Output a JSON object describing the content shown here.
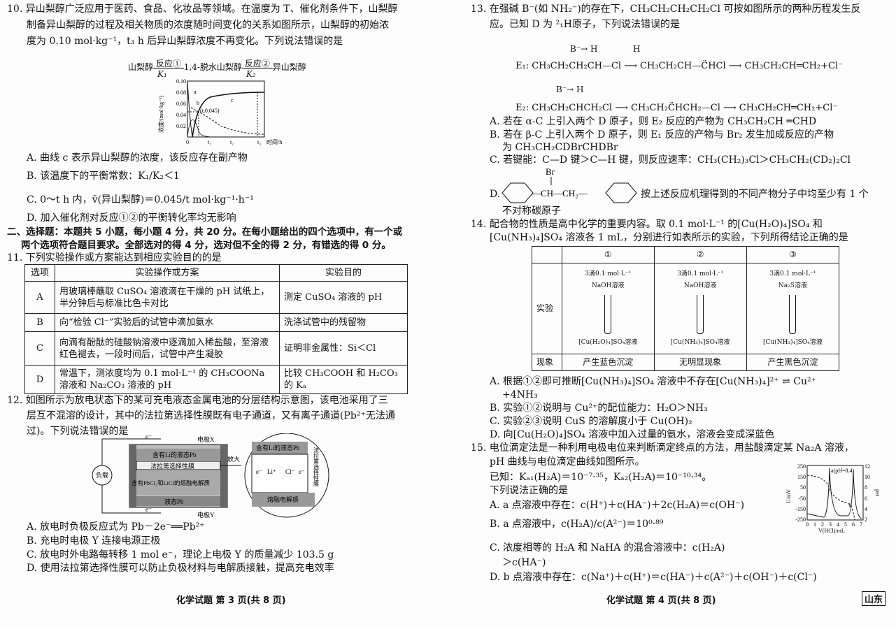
{
  "q10": {
    "lines": [
      "10. 异山梨醇广泛应用于医药、食品、化妆品等领域。在温度为 T、催化剂条件下，山梨醇",
      "制备异山梨醇的过程及相关物质的浓度随时间变化的关系如图所示，山梨醇的初始浓",
      "度为 0.10 mol·kg⁻¹，t₃ h 后异山梨醇浓度不再变化。下列说法错误的是"
    ],
    "scheme": {
      "a": "山梨醇",
      "r1": "反应①",
      "k1": "K₁",
      "b": "1,4-脱水山梨醇",
      "r2": "反应②",
      "k2": "K₂",
      "c": "异山梨醇"
    },
    "chart": {
      "ylabel": "浓度/(mol·kg⁻¹)",
      "yticks": [
        "0.10",
        "0.08",
        "0.06",
        "0.04",
        "0.02"
      ],
      "xticks": [
        "0",
        "t₁",
        "t₂",
        "t₃"
      ],
      "xlabel": "时间/h",
      "point": "(t,0.045)",
      "curves": [
        "a",
        "b",
        "c"
      ]
    },
    "options": [
      "A. 曲线 c 表示异山梨醇的浓度，该反应存在副产物",
      "B. 该温度下的平衡常数：K₁/K₂＜1",
      "C. 0～t h 内，v̄(异山梨醇)＝0.045/t mol·kg⁻¹·h⁻¹",
      "D. 加入催化剂对反应①②的平衡转化率均无影响"
    ]
  },
  "section2": [
    "二、选择题：本题共 5 小题，每小题 4 分，共 20 分。在每小题给出的四个选项中，有一个或",
    "两个选项符合题目要求。全部选对的得 4 分，选对但不全的得 2 分，有错选的得 0 分。"
  ],
  "q11": {
    "stem": "11. 下列实验操作或方案能达到相应实验目的的是",
    "headers": [
      "选项",
      "实验操作或方案",
      "实验目的"
    ],
    "rows": [
      [
        "A",
        "用玻璃棒蘸取 CuSO₄ 溶液滴在干燥的 pH 试纸上，半分钟后与标准比色卡对比",
        "测定 CuSO₄ 溶液的 pH"
      ],
      [
        "B",
        "向“检验 Cl⁻”实验后的试管中滴加氨水",
        "洗涤试管中的残留物"
      ],
      [
        "C",
        "向滴有酚酞的硅酸钠溶液中逐滴加入稀盐酸，至溶液红色褪去，一段时间后，试管中产生凝胶",
        "证明非金属性：Si＜Cl"
      ],
      [
        "D",
        "常温下，测浓度均为 0.1 mol·L⁻¹ 的 CH₃COONa 溶液和 Na₂CO₃ 溶液的 pH",
        "比较 CH₃COOH 和 H₂CO₃ 的 Kₐ"
      ]
    ]
  },
  "q12": {
    "lines": [
      "12. 如图所示为放电状态下的某可充电液态金属电池的分层结构示意图，该电池采用了三",
      "层互不混溶的设计，其中的法拉第选择性膜既有电子通道，又有离子通道(Pb²⁺无法通",
      "过)。下列说法错误的是"
    ],
    "diagram": {
      "load": "负载",
      "e1": "e⁻",
      "e2": "e⁻",
      "electrodeX": "电极X",
      "electrodeY": "电极Y",
      "layer1": "含有Li的液态Pb",
      "layer2": "法拉第选择性膜",
      "layer3": "含有PbCl₂和LiCl的熔融电解质",
      "layer4": "液态Pb",
      "zoom": "放大",
      "z1": "含有Li的液态Pb",
      "z2": "熔融电解质",
      "zli": "Li⁺",
      "zcl": "Cl⁻",
      "ze": "e⁻",
      "membrane": "法拉第选择性膜"
    },
    "options": [
      "A. 放电时负极反应式为 Pb－2e⁻══Pb²⁺",
      "B. 充电时电极 Y 连接电源正极",
      "C. 放电时外电路每转移 1 mol e⁻，理论上电极 Y 的质量减少 103.5 g",
      "D. 使用法拉第选择性膜可以防止负极材料与电解质接触，提高充电效率"
    ]
  },
  "q13": {
    "lines": [
      "13. 在强碱 B⁻(如 NH₂⁻)的存在下，CH₃CH₂CH₂CH₂Cl 可按如图所示的两种历程发生反",
      "应。已知 D 为 ²₁H原子，下列说法错误的是"
    ],
    "e1top": [
      "B⁻→ H",
      "H"
    ],
    "e1": "E₁: CH₃CH₂CH₂CH—Cl ⟶ CH₃CH₂CH—C̈HCl ⟶ CH₃CH₂CH═CH₂+Cl⁻",
    "e2top": "B⁻→ H",
    "e2": "E₂: CH₃CH₂CHCH₂Cl ⟶ CH₃CH₂C̈HCH₂—Cl ⟶ CH₃CH₂CH═CH₂+Cl⁻",
    "options": [
      "A. 若在 α-C 上引入两个 D 原子，则 E₂ 反应的产物为 CH₃CH₂CH ═CHD",
      "B. 若在 β-C 上引入两个 D 原子，则 E₁ 反应的产物与 Br₂ 发生加成反应的产物",
      "为 CH₃CH₂CDBrCHDBr",
      "C. 若键能：C—D 键＞C—H 键，则反应速率：CH₃(CH₂)₃Cl＞CH₃CH₂(CD₂)₂Cl",
      "D.",
      "按上述反应机理得到的不同产物分子中均至少有 1 个",
      "不对称碳原子"
    ],
    "d_br": "Br",
    "d_mid": "—CH—CH₂—"
  },
  "q14": {
    "lines": [
      "14. 配合物的性质是高中化学的重要内容。取 0.1 mol·L⁻¹ 的[Cu(H₂O)₄]SO₄ 和",
      "[Cu(NH₃)₄]SO₄ 溶液各 1 mL，分别进行如表所示的实验，下列所得结论正确的是"
    ],
    "table": {
      "cols": [
        "①",
        "②",
        "③"
      ],
      "row1": "实验",
      "row2": "现象",
      "reagents": [
        "3滴0.1 mol·L⁻¹ NaOH溶液",
        "3滴0.1 mol·L⁻¹ NaOH溶液",
        "3滴0.1 mol·L⁻¹ Na₂S溶液"
      ],
      "solutions": [
        "[Cu(H₂O)₄]SO₄溶液",
        "[Cu(NH₃)₄]SO₄溶液",
        "[Cu(NH₃)₄]SO₄溶液"
      ],
      "phenomena": [
        "产生蓝色沉淀",
        "无明显现象",
        "产生黑色沉淀"
      ]
    },
    "options": [
      "A. 根据①②即可推断[Cu(NH₃)₄]SO₄ 溶液中不存在[Cu(NH₃)₄]²⁺ ⇌ Cu²⁺",
      "+4NH₃",
      "B. 实验①②说明与 Cu²⁺的配位能力：H₂O＞NH₃",
      "C. 实验②③说明 CuS 的溶解度小于 Cu(OH)₂",
      "D. 向[Cu(H₂O)₄]SO₄ 溶液中加入过量的氨水，溶液会变成深蓝色"
    ]
  },
  "q15": {
    "lines": [
      "15. 电位滴定法是一种利用电极电位来判断滴定终点的方法，用盐酸滴定某 Na₂A 溶液，",
      "pH 曲线与电位滴定曲线如图所示。",
      "已知：Kₐ₁(H₂A)＝10⁻⁷·³⁵，Kₐ₂(H₂A)＝10⁻¹⁰·³⁴。",
      "下列说法正确的是"
    ],
    "options": [
      "A. a 点溶液中存在：c(H⁺)＋c(HA⁻)＋2c(H₂A)＝c(OH⁻)",
      "B. a 点溶液中，c(H₂A)/c(A²⁻)＝10⁰·⁸⁹",
      "C. 浓度相等的 H₂A 和 NaHA 的混合溶液中：c(H₂A)",
      "＞c(HA⁻)",
      "D. b 点溶液中存在：c(Na⁺)＋c(H⁺)＝c(HA⁻)＋c(A²⁻)＋c(OH⁻)＋c(Cl⁻)"
    ],
    "chart": {
      "ylabel": "U/mV",
      "y2label": "pH",
      "yticks": [
        "250",
        "150",
        "50",
        "-50",
        "-150",
        "-250"
      ],
      "y2ticks": [
        "12",
        "10",
        "8",
        "6",
        "4",
        "2"
      ],
      "xticks": [
        "0",
        "1",
        "2",
        "3",
        "4",
        "5",
        "6",
        "7"
      ],
      "xlabel": "V(HCl)/mL",
      "pointA": "a(pH=8.4)",
      "pointB": "b"
    }
  },
  "footer": {
    "left": "化学试题 第 3 页(共 8 页)",
    "right": "化学试题 第 4 页(共 8 页)",
    "region": "山东"
  }
}
